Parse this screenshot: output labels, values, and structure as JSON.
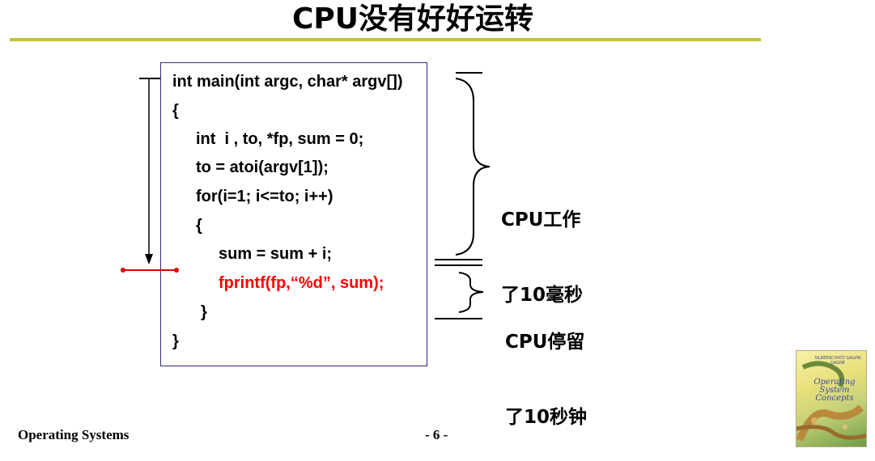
{
  "slide": {
    "title": "CPU没有好好运转",
    "footer_left": "Operating Systems",
    "page_number": "- 6 -"
  },
  "code": {
    "lines": [
      "int main(int argc, char* argv[])",
      "{",
      "int  i , to, *fp, sum = 0;",
      "to = atoi(argv[1]);",
      "for(i=1; i<=to; i++)",
      "{",
      "sum = sum + i;",
      "fprintf(fp,“%d”, sum);",
      "}",
      "}"
    ],
    "highlight_color": "#ff0000"
  },
  "annotations": {
    "cpu_working_line1": "CPU工作",
    "cpu_working_line2": "了10毫秒",
    "cpu_stalled_line1": "CPU停留",
    "cpu_stalled_line2": "了10秒钟"
  },
  "book": {
    "authors": "SILBERSCHATZ GALVIN GAGNE",
    "title_line1": "Operating",
    "title_line2": "System",
    "title_line3": "Concepts"
  },
  "colors": {
    "title_rule": "#c2c23a",
    "code_box_border": "#2d2d7a",
    "marker_red": "#e00000"
  }
}
